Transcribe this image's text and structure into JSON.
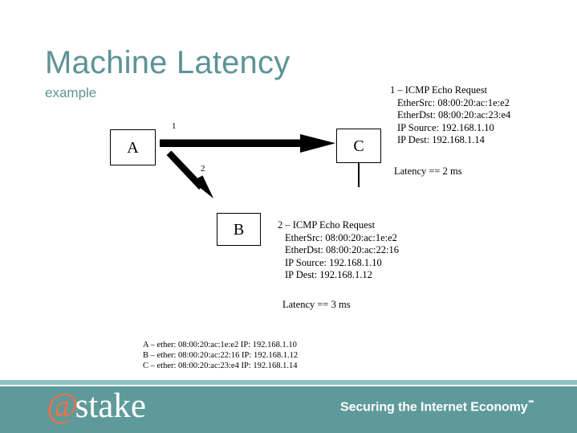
{
  "slide": {
    "title": "Machine Latency",
    "subtitle": "example",
    "title_color": "#5d9397"
  },
  "diagram": {
    "nodes": [
      {
        "id": "a",
        "label": "A"
      },
      {
        "id": "c",
        "label": "C"
      },
      {
        "id": "b",
        "label": "B"
      }
    ],
    "arrows": [
      {
        "id": "a-to-c",
        "index_label": "1",
        "from": "A",
        "to": "C",
        "direction": "horizontal-right"
      },
      {
        "id": "a-to-b",
        "index_label": "2",
        "from": "A",
        "to": "B",
        "direction": "diagonal-down-right"
      }
    ],
    "arrow_color": "#000000",
    "box_border_color": "#000000"
  },
  "packets": [
    {
      "id": "packet-1",
      "title": "1 – ICMP Echo Request",
      "fields": [
        "EtherSrc: 08:00:20:ac:1e:e2",
        "EtherDst: 08:00:20:ac:23:e4",
        "IP Source: 192.168.1.10",
        "IP Dest: 192.168.1.14"
      ],
      "latency": "Latency == 2 ms"
    },
    {
      "id": "packet-2",
      "title": "2 – ICMP Echo Request",
      "fields": [
        "EtherSrc: 08:00:20:ac:1e:e2",
        "EtherDst: 08:00:20:ac:22:16",
        "IP Source: 192.168.1.10",
        "IP Dest: 192.168.1.12"
      ],
      "latency": "Latency == 3 ms"
    }
  ],
  "host_legend": [
    "A – ether: 08:00:20:ac:1e:e2 IP: 192.168.1.10",
    "B – ether: 08:00:20:ac:22:16 IP: 192.168.1.12",
    "C – ether: 08:00:20:ac:23:e4 IP: 192.168.1.14"
  ],
  "footer": {
    "logo_at": "@",
    "logo_word": "stake",
    "tagline": "Securing the Internet Economy",
    "tagline_mark": "℠",
    "bar_color": "#5f9a9a",
    "rule_color": "#8fc3c4",
    "logo_at_color": "#f0704a"
  }
}
